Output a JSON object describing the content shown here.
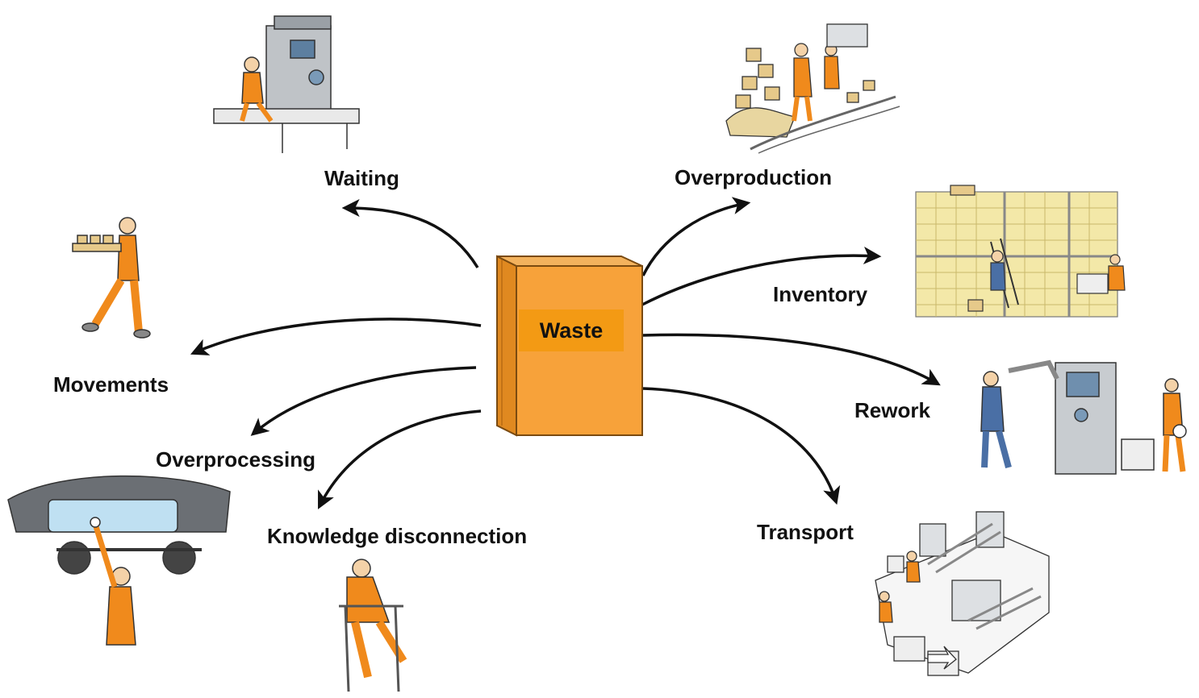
{
  "center": {
    "label": "Waste"
  },
  "categories": {
    "waiting": "Waiting",
    "overproduction": "Overproduction",
    "inventory": "Inventory",
    "movements": "Movements",
    "rework": "Rework",
    "overprocessing": "Overprocessing",
    "knowledge": "Knowledge disconnection",
    "transport": "Transport"
  },
  "colors": {
    "book_front": "#f7a23a",
    "book_spine": "#e08920",
    "book_label_bg": "#f39a14",
    "worker_orange": "#f08a1c",
    "worker_blue": "#4a6fa5",
    "arrow": "#111111"
  }
}
